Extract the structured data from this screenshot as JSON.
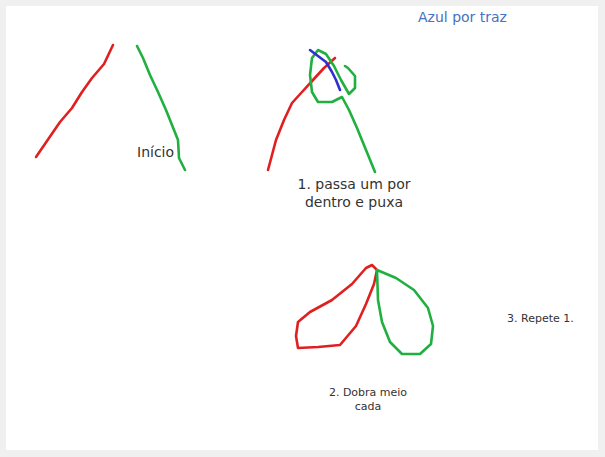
{
  "diagram": {
    "labels": [
      "Início",
      "1. passa um por dentro e puxa",
      "Azul por traz",
      "2. Dobra meio cada",
      "3. Repete 1."
    ]
  }
}
